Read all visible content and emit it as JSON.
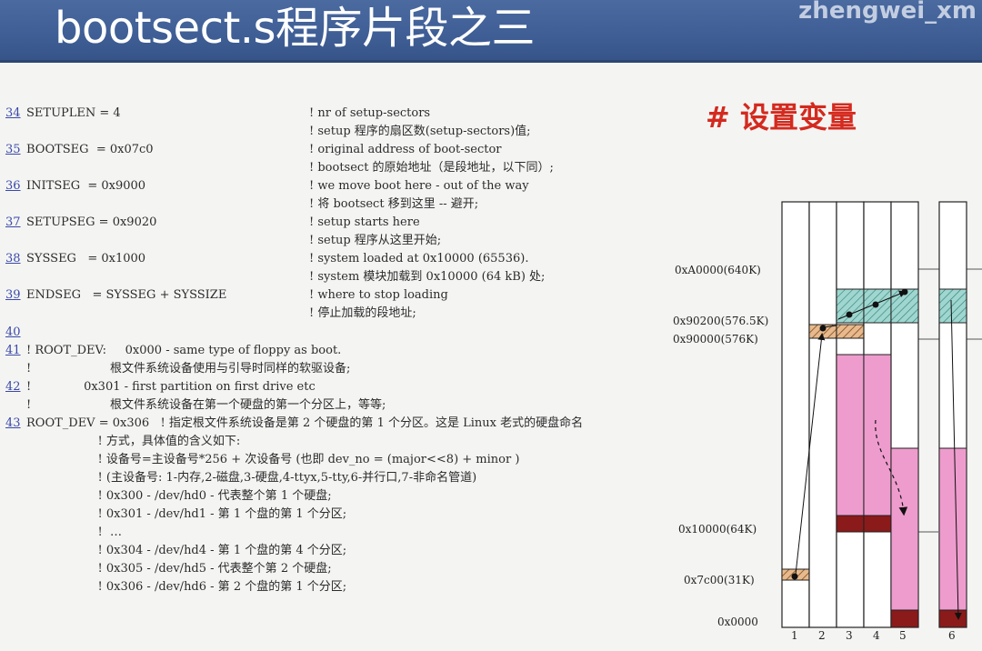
{
  "header": {
    "title": "bootsect.s程序片段之三",
    "watermark": "zhengwei_xm"
  },
  "side_heading": "# 设置变量",
  "code": [
    {
      "num": "34",
      "code": "SETUPLEN = 4",
      "comment": "! nr of setup-sectors"
    },
    {
      "num": "",
      "code": "",
      "comment": "! setup 程序的扇区数(setup-sectors)值;"
    },
    {
      "num": "35",
      "code": "BOOTSEG  = 0x07c0",
      "comment": "! original address of boot-sector"
    },
    {
      "num": "",
      "code": "",
      "comment": "! bootsect 的原始地址（是段地址，以下同）;"
    },
    {
      "num": "36",
      "code": "INITSEG  = 0x9000",
      "comment": "! we move boot here - out of the way"
    },
    {
      "num": "",
      "code": "",
      "comment": "! 将 bootsect 移到这里 -- 避开;"
    },
    {
      "num": "37",
      "code": "SETUPSEG = 0x9020",
      "comment": "! setup starts here"
    },
    {
      "num": "",
      "code": "",
      "comment": "! setup 程序从这里开始;"
    },
    {
      "num": "38",
      "code": "SYSSEG   = 0x1000",
      "comment": "! system loaded at 0x10000 (65536)."
    },
    {
      "num": "",
      "code": "",
      "comment": "! system 模块加载到 0x10000 (64 kB) 处;"
    },
    {
      "num": "39",
      "code": "ENDSEG   = SYSSEG + SYSSIZE",
      "comment": "! where to stop loading"
    },
    {
      "num": "",
      "code": "",
      "comment": "! 停止加载的段地址;"
    },
    {
      "num": "40",
      "code": "",
      "comment": ""
    },
    {
      "num": "41",
      "code": "! ROOT_DEV:     0x000 - same type of floppy as boot.",
      "comment": ""
    },
    {
      "num": "",
      "code": "!                     根文件系统设备使用与引导时同样的软驱设备;",
      "comment": ""
    },
    {
      "num": "42",
      "code": "!              0x301 - first partition on first drive etc",
      "comment": ""
    },
    {
      "num": "",
      "code": "!                     根文件系统设备在第一个硬盘的第一个分区上，等等;",
      "comment": ""
    },
    {
      "num": "43",
      "code": "ROOT_DEV = 0x306   ! 指定根文件系统设备是第 2 个硬盘的第 1 个分区。这是 Linux 老式的硬盘命名",
      "comment": ""
    },
    {
      "num": "",
      "code": "                   ! 方式，具体值的含义如下:",
      "comment": ""
    },
    {
      "num": "",
      "code": "                   ! 设备号=主设备号*256 + 次设备号 (也即 dev_no = (major<<8) + minor )",
      "comment": ""
    },
    {
      "num": "",
      "code": "                   ! (主设备号: 1-内存,2-磁盘,3-硬盘,4-ttyx,5-tty,6-并行口,7-非命名管道)",
      "comment": ""
    },
    {
      "num": "",
      "code": "                   ! 0x300 - /dev/hd0 - 代表整个第 1 个硬盘;",
      "comment": ""
    },
    {
      "num": "",
      "code": "                   ! 0x301 - /dev/hd1 - 第 1 个盘的第 1 个分区;",
      "comment": ""
    },
    {
      "num": "",
      "code": "                   !  …",
      "comment": ""
    },
    {
      "num": "",
      "code": "                   ! 0x304 - /dev/hd4 - 第 1 个盘的第 4 个分区;",
      "comment": ""
    },
    {
      "num": "",
      "code": "                   ! 0x305 - /dev/hd5 - 代表整个第 2 个硬盘;",
      "comment": ""
    },
    {
      "num": "",
      "code": "                   ! 0x306 - /dev/hd6 - 第 2 个盘的第 1 个分区;",
      "comment": ""
    }
  ],
  "diagram": {
    "address_labels": [
      "0xA0000(640K)",
      "0x90200(576.5K)",
      "0x90000(576K)",
      "0x10000(64K)",
      "0x7c00(31K)",
      "0x0000"
    ],
    "column_labels": [
      "1",
      "2",
      "3",
      "4",
      "5",
      "6"
    ],
    "colors": {
      "boot_block": "#d9a26e",
      "setup_block": "#8fcfc7",
      "system_block": "#ee9ccd",
      "system_base": "#8b1a1a"
    }
  }
}
